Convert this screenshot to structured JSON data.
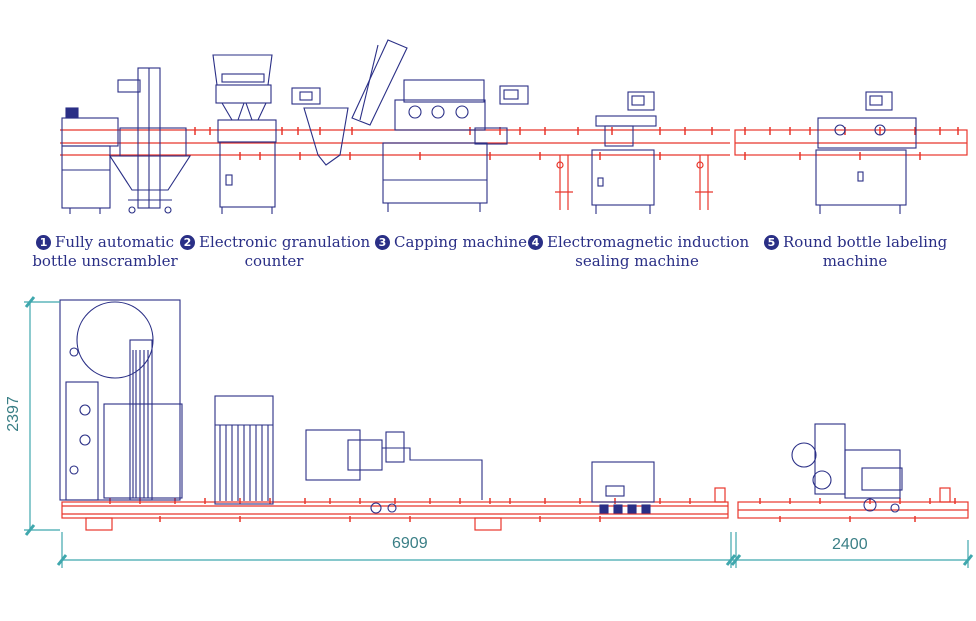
{
  "machines": [
    {
      "number": "1",
      "line1": "Fully automatic",
      "line2": "bottle unscrambler"
    },
    {
      "number": "2",
      "line1": "Electronic granulation",
      "line2": "counter"
    },
    {
      "number": "3",
      "line1": "Capping machine",
      "line2": ""
    },
    {
      "number": "4",
      "line1": "Electromagnetic induction",
      "line2": "sealing machine"
    },
    {
      "number": "5",
      "line1": "Round bottle labeling",
      "line2": "machine"
    }
  ],
  "dimensions": {
    "height": "2397",
    "length_main": "6909",
    "length_secondary": "2400"
  },
  "colors": {
    "machine_lines": "#2a2f86",
    "conveyor": "#e8362c",
    "dimension_lines": "#3fa7ad"
  }
}
